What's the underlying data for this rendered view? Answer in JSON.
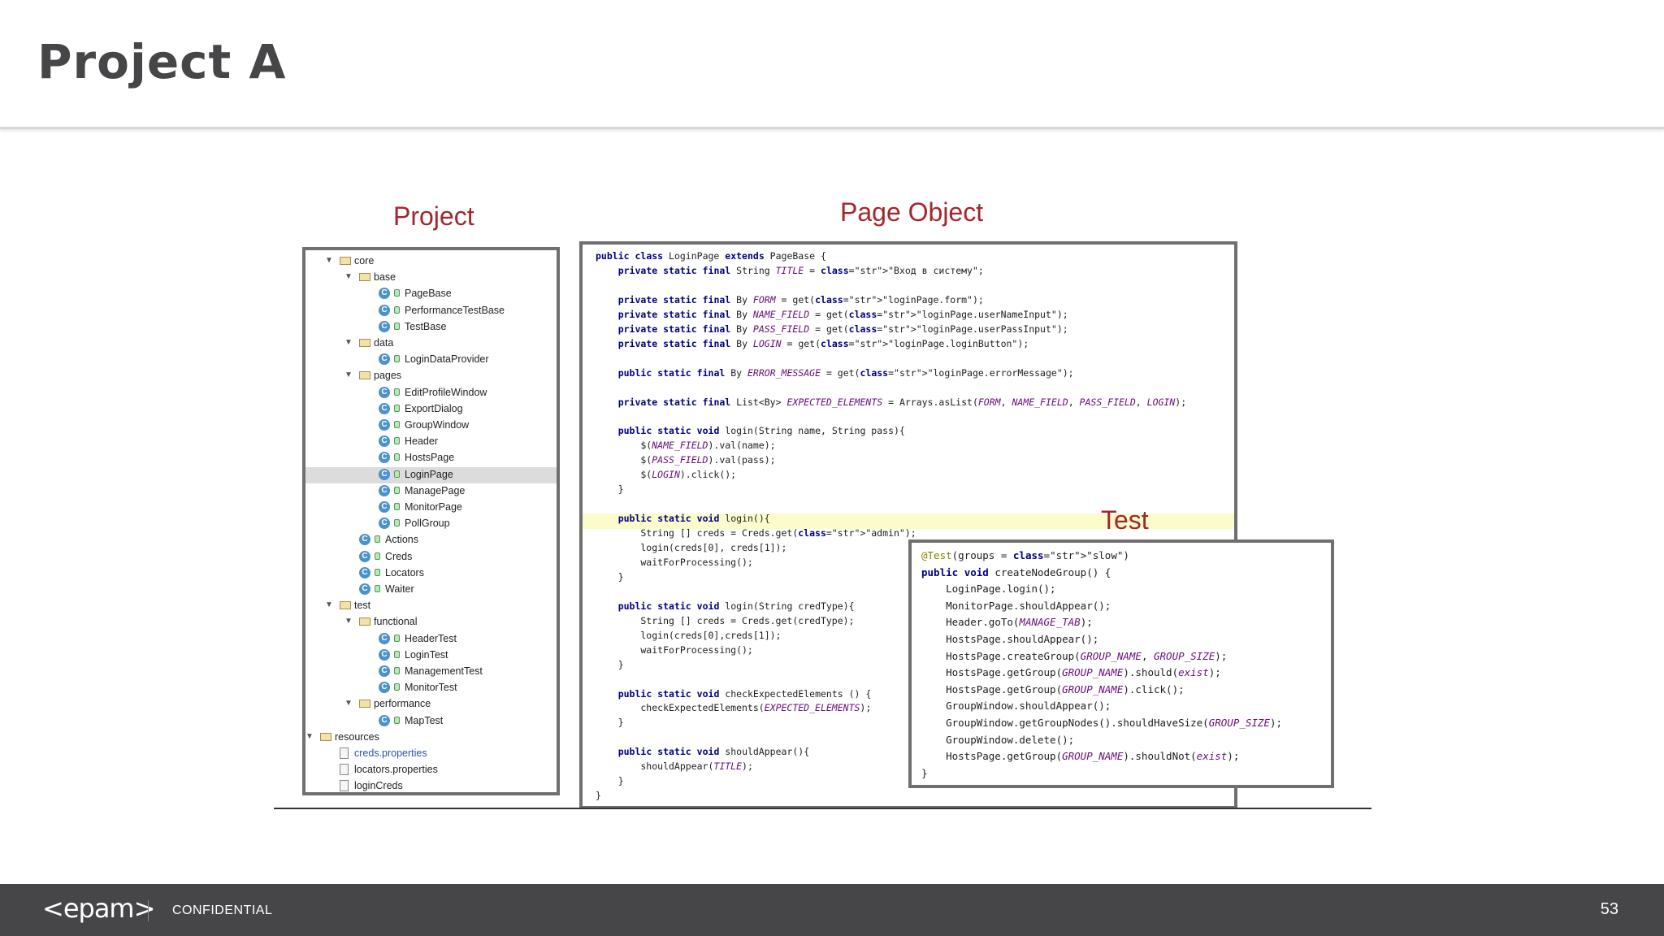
{
  "slide": {
    "title": "Project A",
    "page_number": "53"
  },
  "headings": {
    "project": "Project",
    "page_object": "Page Object",
    "test": "Test"
  },
  "footer": {
    "logo": "<epam>",
    "confidential": "CONFIDENTIAL"
  },
  "tree": [
    {
      "label": "core",
      "type": "folder",
      "depth": 0,
      "expanded": true
    },
    {
      "label": "base",
      "type": "folder",
      "depth": 1,
      "expanded": true
    },
    {
      "label": "PageBase",
      "type": "class",
      "depth": 2
    },
    {
      "label": "PerformanceTestBase",
      "type": "class",
      "depth": 2
    },
    {
      "label": "TestBase",
      "type": "class",
      "depth": 2
    },
    {
      "label": "data",
      "type": "folder",
      "depth": 1,
      "expanded": true
    },
    {
      "label": "LoginDataProvider",
      "type": "class",
      "depth": 2
    },
    {
      "label": "pages",
      "type": "folder",
      "depth": 1,
      "expanded": true
    },
    {
      "label": "EditProfileWindow",
      "type": "class",
      "depth": 2
    },
    {
      "label": "ExportDialog",
      "type": "class",
      "depth": 2
    },
    {
      "label": "GroupWindow",
      "type": "class",
      "depth": 2
    },
    {
      "label": "Header",
      "type": "class",
      "depth": 2
    },
    {
      "label": "HostsPage",
      "type": "class",
      "depth": 2
    },
    {
      "label": "LoginPage",
      "type": "class",
      "depth": 2,
      "selected": true
    },
    {
      "label": "ManagePage",
      "type": "class",
      "depth": 2
    },
    {
      "label": "MonitorPage",
      "type": "class",
      "depth": 2
    },
    {
      "label": "PollGroup",
      "type": "class",
      "depth": 2
    },
    {
      "label": "Actions",
      "type": "class",
      "depth": 1
    },
    {
      "label": "Creds",
      "type": "class",
      "depth": 1
    },
    {
      "label": "Locators",
      "type": "class",
      "depth": 1
    },
    {
      "label": "Waiter",
      "type": "class",
      "depth": 1
    },
    {
      "label": "test",
      "type": "folder",
      "depth": 0,
      "expanded": true
    },
    {
      "label": "functional",
      "type": "folder",
      "depth": 1,
      "expanded": true
    },
    {
      "label": "HeaderTest",
      "type": "class",
      "depth": 2
    },
    {
      "label": "LoginTest",
      "type": "class",
      "depth": 2
    },
    {
      "label": "ManagementTest",
      "type": "class",
      "depth": 2
    },
    {
      "label": "MonitorTest",
      "type": "class",
      "depth": 2
    },
    {
      "label": "performance",
      "type": "folder",
      "depth": 1,
      "expanded": true
    },
    {
      "label": "MapTest",
      "type": "class",
      "depth": 2
    },
    {
      "label": "resources",
      "type": "folder",
      "depth": -1,
      "expanded": true
    },
    {
      "label": "creds.properties",
      "type": "file",
      "depth": 0,
      "blue": true
    },
    {
      "label": "locators.properties",
      "type": "file",
      "depth": 0
    },
    {
      "label": "loginCreds",
      "type": "file",
      "depth": 0
    }
  ],
  "page_object_code": [
    "public class LoginPage extends PageBase {",
    "    private static final String TITLE = \"Вход в систему\";",
    "",
    "    private static final By FORM = get(\"loginPage.form\");",
    "    private static final By NAME_FIELD = get(\"loginPage.userNameInput\");",
    "    private static final By PASS_FIELD = get(\"loginPage.userPassInput\");",
    "    private static final By LOGIN = get(\"loginPage.loginButton\");",
    "",
    "    public static final By ERROR_MESSAGE = get(\"loginPage.errorMessage\");",
    "",
    "    private static final List<By> EXPECTED_ELEMENTS = Arrays.asList(FORM, NAME_FIELD, PASS_FIELD, LOGIN);",
    "",
    "    public static void login(String name, String pass){",
    "        $(NAME_FIELD).val(name);",
    "        $(PASS_FIELD).val(pass);",
    "        $(LOGIN).click();",
    "    }",
    "",
    "    public static void login(){",
    "        String [] creds = Creds.get(\"admin\");",
    "        login(creds[0], creds[1]);",
    "        waitForProcessing();",
    "    }",
    "",
    "    public static void login(String credType){",
    "        String [] creds = Creds.get(credType);",
    "        login(creds[0],creds[1]);",
    "        waitForProcessing();",
    "    }",
    "",
    "    public static void checkExpectedElements () {",
    "        checkExpectedElements(EXPECTED_ELEMENTS);",
    "    }",
    "",
    "    public static void shouldAppear(){",
    "        shouldAppear(TITLE);",
    "    }",
    "}"
  ],
  "test_code": [
    "@Test(groups = \"slow\")",
    "public void createNodeGroup() {",
    "    LoginPage.login();",
    "    MonitorPage.shouldAppear();",
    "    Header.goTo(MANAGE_TAB);",
    "    HostsPage.shouldAppear();",
    "    HostsPage.createGroup(GROUP_NAME, GROUP_SIZE);",
    "    HostsPage.getGroup(GROUP_NAME).should(exist);",
    "    HostsPage.getGroup(GROUP_NAME).click();",
    "    GroupWindow.shouldAppear();",
    "    GroupWindow.getGroupNodes().shouldHaveSize(GROUP_SIZE);",
    "    GroupWindow.delete();",
    "    HostsPage.getGroup(GROUP_NAME).shouldNot(exist);",
    "}"
  ]
}
